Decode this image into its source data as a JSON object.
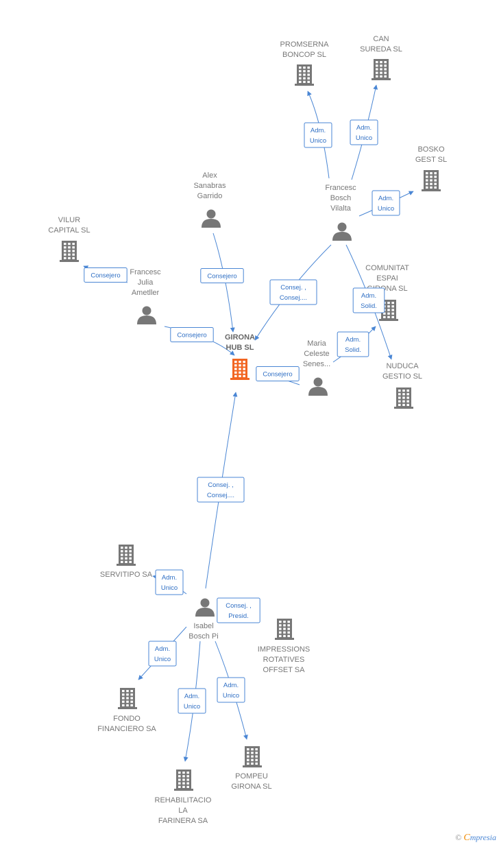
{
  "colors": {
    "edge": "#4a86d4",
    "node": "#777777",
    "focus": "#f26522"
  },
  "nodes": [
    {
      "id": "girona",
      "type": "company",
      "focus": true,
      "label": [
        "GIRONA",
        "HUB  SL"
      ]
    },
    {
      "id": "vilur",
      "type": "company",
      "label": [
        "VILUR",
        "CAPITAL  SL"
      ]
    },
    {
      "id": "promserna",
      "type": "company",
      "label": [
        "PROMSERNA",
        "BONCOP SL"
      ]
    },
    {
      "id": "can",
      "type": "company",
      "label": [
        "CAN",
        "SUREDA SL"
      ]
    },
    {
      "id": "bosko",
      "type": "company",
      "label": [
        "BOSKO",
        "GEST SL"
      ]
    },
    {
      "id": "comunitat",
      "type": "company",
      "label": [
        "COMUNITAT",
        "ESPAI",
        "GIRONA SL"
      ]
    },
    {
      "id": "nuduca",
      "type": "company",
      "label": [
        "NUDUCA",
        "GESTIO SL"
      ]
    },
    {
      "id": "servitipo",
      "type": "company",
      "label": [
        "SERVITIPO SA"
      ]
    },
    {
      "id": "impressions",
      "type": "company",
      "label": [
        "IMPRESSIONS",
        "ROTATIVES",
        "OFFSET SA"
      ]
    },
    {
      "id": "fondo",
      "type": "company",
      "label": [
        "FONDO",
        "FINANCIERO SA"
      ]
    },
    {
      "id": "pompeu",
      "type": "company",
      "label": [
        "POMPEU",
        "GIRONA SL"
      ]
    },
    {
      "id": "rehab",
      "type": "company",
      "label": [
        "REHABILITACIO",
        "LA",
        "FARINERA SA"
      ]
    },
    {
      "id": "alex",
      "type": "person",
      "label": [
        "Alex",
        "Sanabras",
        "Garrido"
      ]
    },
    {
      "id": "fjulia",
      "type": "person",
      "label": [
        "Francesc",
        "Julia",
        "Ametller"
      ]
    },
    {
      "id": "fbosch",
      "type": "person",
      "label": [
        "Francesc",
        "Bosch",
        "Vilalta"
      ]
    },
    {
      "id": "maria",
      "type": "person",
      "label": [
        "Maria",
        "Celeste",
        "Senes..."
      ]
    },
    {
      "id": "isabel",
      "type": "person",
      "label": [
        "Isabel",
        "Bosch Pi"
      ]
    }
  ],
  "edges": [
    {
      "from": "fjulia",
      "to": "vilur",
      "label": [
        "Consejero"
      ]
    },
    {
      "from": "fjulia",
      "to": "girona",
      "label": [
        "Consejero"
      ]
    },
    {
      "from": "alex",
      "to": "girona",
      "label": [
        "Consejero"
      ]
    },
    {
      "from": "fbosch",
      "to": "girona",
      "label": [
        "Consej. ,",
        "Consej...."
      ]
    },
    {
      "from": "maria",
      "to": "girona",
      "label": [
        "Consejero"
      ]
    },
    {
      "from": "isabel",
      "to": "girona",
      "label": [
        "Consej. ,",
        "Consej...."
      ]
    },
    {
      "from": "fbosch",
      "to": "promserna",
      "label": [
        "Adm.",
        "Unico"
      ]
    },
    {
      "from": "fbosch",
      "to": "can",
      "label": [
        "Adm.",
        "Unico"
      ]
    },
    {
      "from": "fbosch",
      "to": "bosko",
      "label": [
        "Adm.",
        "Unico"
      ]
    },
    {
      "from": "fbosch",
      "to": "nuduca",
      "label": [
        "Adm.",
        "Solid."
      ]
    },
    {
      "from": "maria",
      "to": "comunitat",
      "label": [
        "Adm.",
        "Solid."
      ]
    },
    {
      "from": "isabel",
      "to": "servitipo",
      "label": [
        "Adm.",
        "Unico"
      ]
    },
    {
      "from": "isabel",
      "to": "impressions",
      "label": [
        "Consej. ,",
        "Presid."
      ]
    },
    {
      "from": "isabel",
      "to": "fondo",
      "label": [
        "Adm.",
        "Unico"
      ]
    },
    {
      "from": "isabel",
      "to": "rehab",
      "label": [
        "Adm.",
        "Unico"
      ]
    },
    {
      "from": "isabel",
      "to": "pompeu",
      "label": [
        "Adm.",
        "Unico"
      ]
    }
  ],
  "footer": {
    "copyright": "©",
    "brand_e": "C",
    "brand": "mpresia"
  }
}
